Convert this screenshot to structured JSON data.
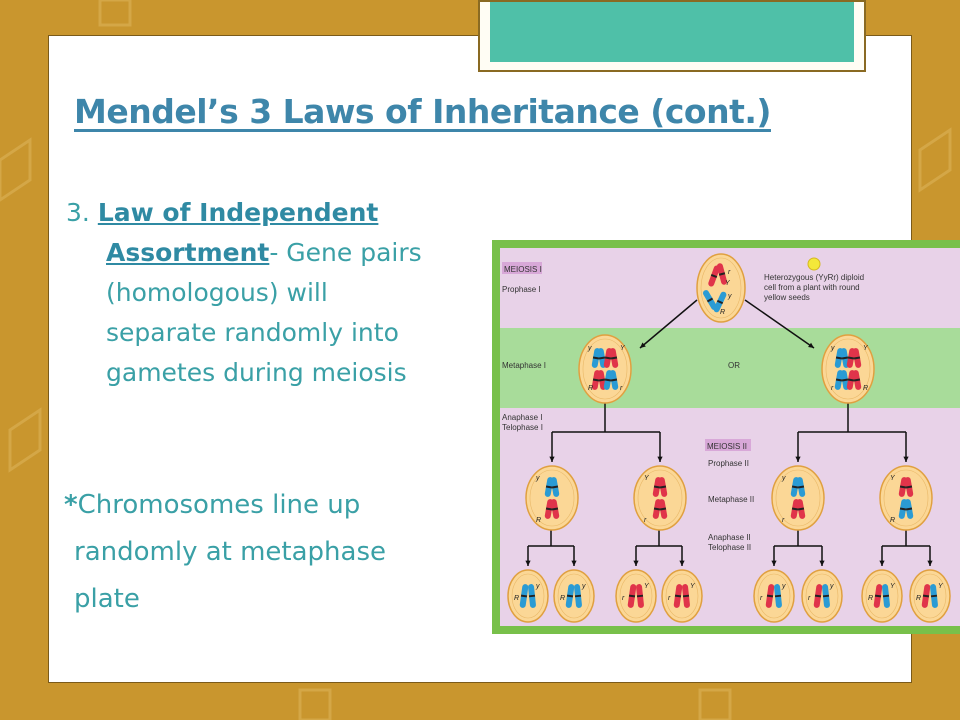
{
  "slide": {
    "title": "Mendel’s 3 Laws of Inheritance (cont.)",
    "law": {
      "number": "3.",
      "name_line1": "Law of Independent",
      "name_line2": "Assortment",
      "desc_line1": "- Gene pairs",
      "desc_line2": "(homologous) will",
      "desc_line3": "separate randomly into",
      "desc_line4": "gametes during meiosis"
    },
    "note": {
      "star": "*",
      "line1": "Chromosomes line up",
      "line2": "randomly at metaphase",
      "line3": "plate"
    }
  },
  "diagram": {
    "labels": {
      "meiosis1": "MEIOSIS I",
      "prophase1": "Prophase I",
      "metaphase1": "Metaphase I",
      "anaphase1": "Anaphase I",
      "telophase1": "Telophase I",
      "or": "OR",
      "meiosis2": "MEIOSIS II",
      "prophase2": "Prophase II",
      "metaphase2": "Metaphase II",
      "anaphase2": "Anaphase II",
      "telophase2": "Telophase II",
      "cell_desc_1": "Heterozygous (YyRr) diploid",
      "cell_desc_2": "cell from a plant with round",
      "cell_desc_3": "yellow seeds"
    },
    "alleles": {
      "Y": "Y",
      "y": "y",
      "R": "R",
      "r": "r"
    },
    "colors": {
      "pink_band": "#e8d2e8",
      "green_band": "#a8dc9a",
      "cell_fill": "#fbd796",
      "cell_stroke": "#e0a040",
      "chrom_red": "#e0344a",
      "chrom_blue": "#2a9bd4",
      "label_box": "#d8a8d8",
      "seed": "#f4e83a"
    }
  }
}
